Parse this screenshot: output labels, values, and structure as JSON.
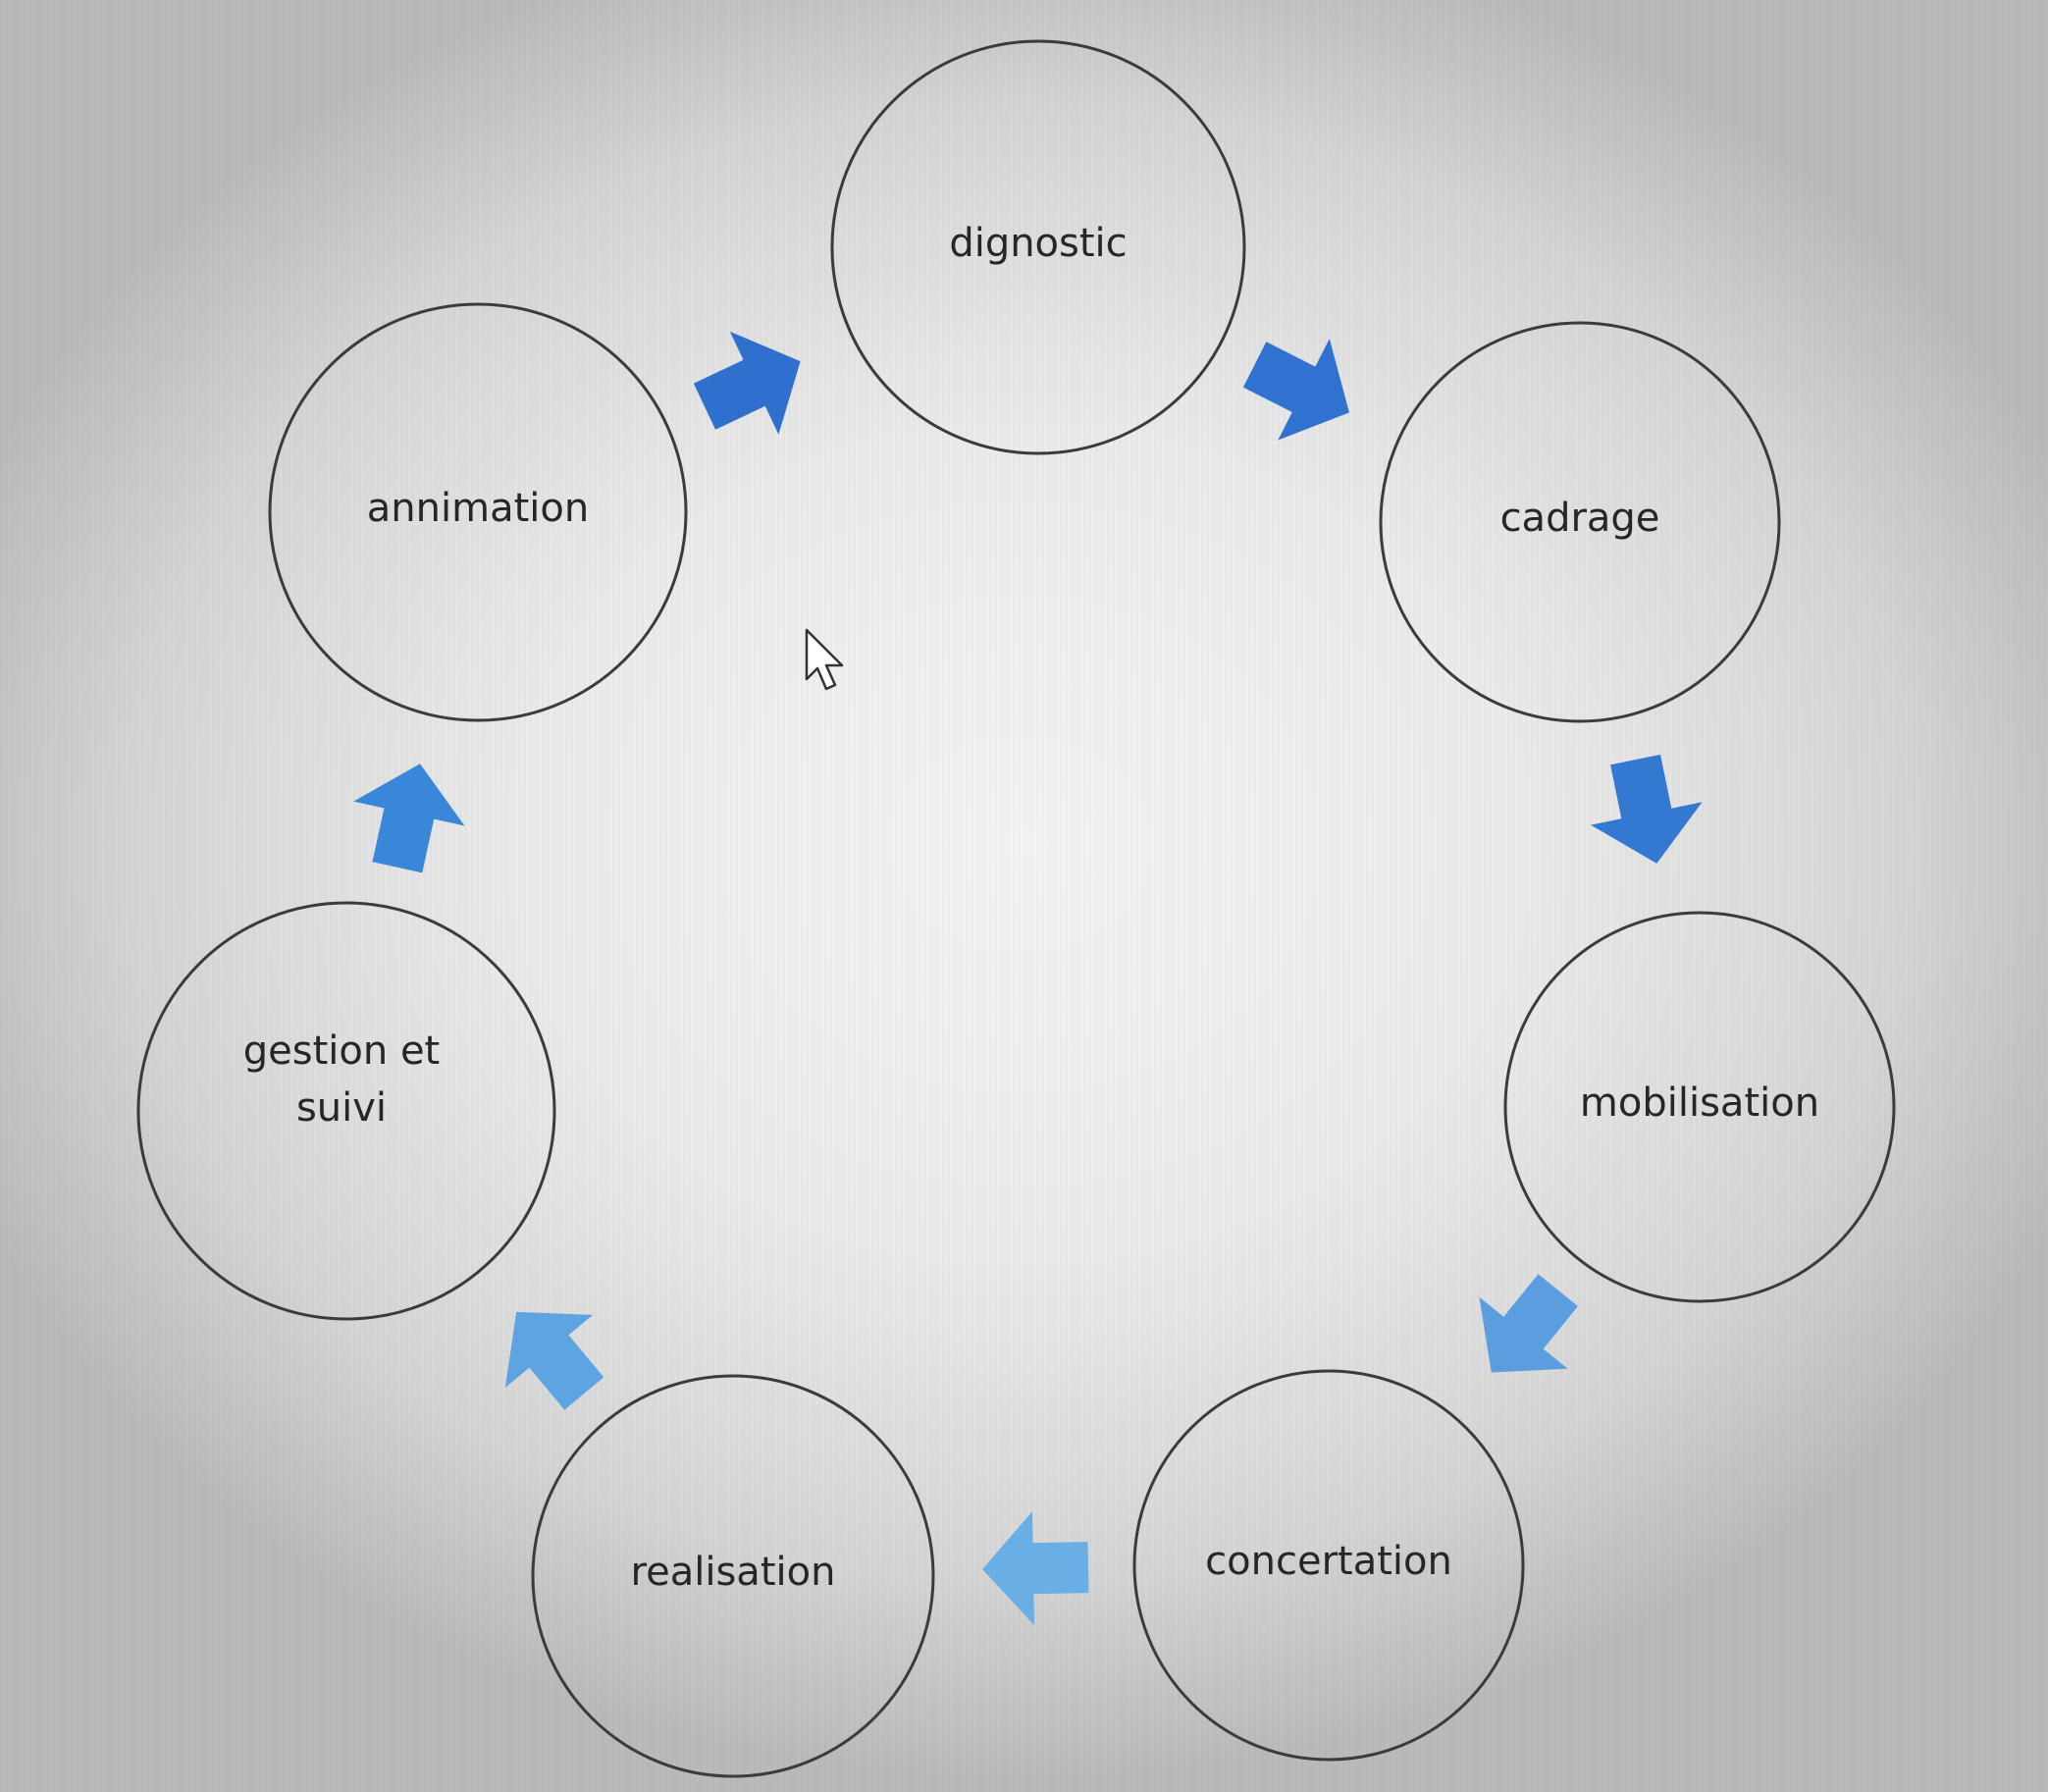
{
  "diagram": {
    "nodes": [
      {
        "id": "dignostic",
        "label_lines": [
          "dignostic"
        ]
      },
      {
        "id": "cadrage",
        "label_lines": [
          "cadrage"
        ]
      },
      {
        "id": "mobilisation",
        "label_lines": [
          "mobilisation"
        ]
      },
      {
        "id": "concertation",
        "label_lines": [
          "concertation"
        ]
      },
      {
        "id": "realisation",
        "label_lines": [
          "realisation"
        ]
      },
      {
        "id": "gestion-et-suivi",
        "label_lines": [
          "gestion et",
          "suivi"
        ]
      },
      {
        "id": "annimation",
        "label_lines": [
          "annimation"
        ]
      }
    ],
    "arrows": [
      {
        "from": "dignostic",
        "to": "cadrage",
        "color": "#2f72cf"
      },
      {
        "from": "cadrage",
        "to": "mobilisation",
        "color": "#3479d1"
      },
      {
        "from": "mobilisation",
        "to": "concertation",
        "color": "#5b9ee0"
      },
      {
        "from": "concertation",
        "to": "realisation",
        "color": "#6aaee6"
      },
      {
        "from": "realisation",
        "to": "gestion-et-suivi",
        "color": "#5ea4e2"
      },
      {
        "from": "gestion-et-suivi",
        "to": "annimation",
        "color": "#3a86d8"
      },
      {
        "from": "annimation",
        "to": "dignostic",
        "color": "#2f70cf"
      }
    ],
    "colors": {
      "node_outline": "#3b3b3b",
      "text": "#262626"
    }
  },
  "cursor": {
    "icon": "mouse-pointer-icon"
  }
}
